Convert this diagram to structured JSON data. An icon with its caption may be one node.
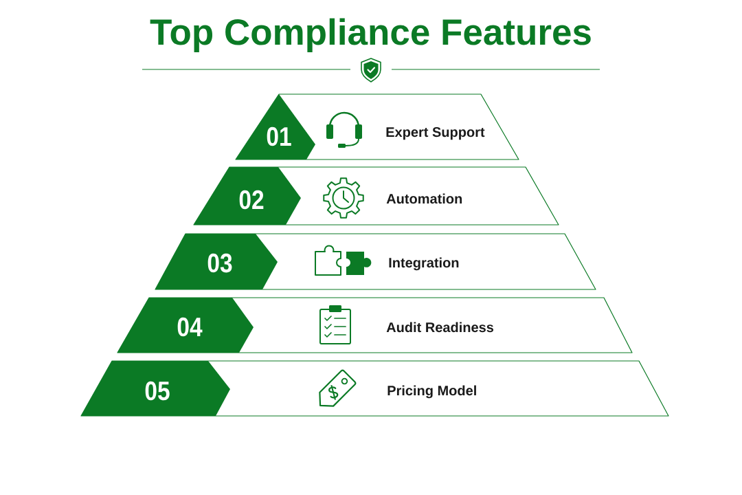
{
  "diagram": {
    "title": "Top Compliance Features",
    "nodes": [
      {
        "text": [
          "01",
          "Expert Support"
        ]
      },
      {
        "text": [
          "02",
          "Automation"
        ]
      },
      {
        "text": [
          "03",
          "Integration"
        ]
      },
      {
        "text": [
          "04",
          "Audit Readiness"
        ]
      },
      {
        "text": [
          "05",
          "Pricing Model"
        ]
      }
    ]
  }
}
